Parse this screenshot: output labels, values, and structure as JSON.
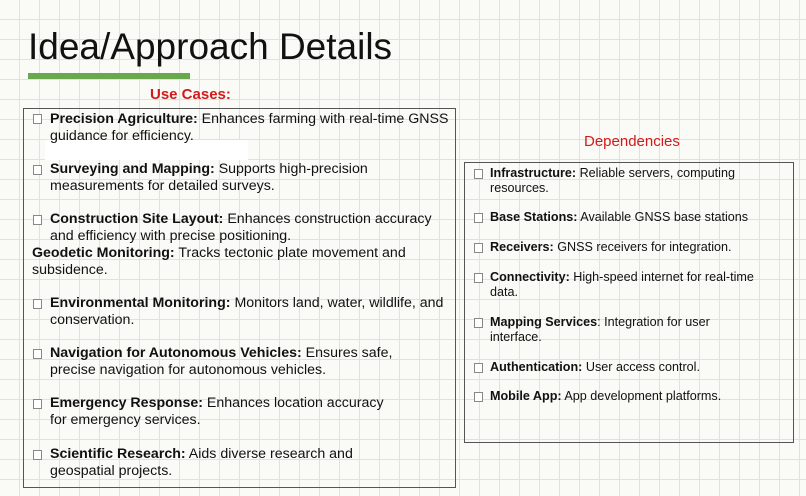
{
  "slide": {
    "title": "Idea/Approach Details",
    "accent_color": "#6aa84f",
    "heading_color": "#d01c1c"
  },
  "use_cases": {
    "heading": "Use Cases:",
    "items": [
      {
        "term": "Precision Agriculture:",
        "desc": " Enhances farming with real-time GNSS guidance for efficiency.",
        "bullet": true
      },
      {
        "term": "Surveying and Mapping:",
        "desc": " Supports high-precision measurements for detailed surveys.",
        "bullet": true
      },
      {
        "term": "Construction Site Layout:",
        "desc": " Enhances construction accuracy and efficiency with precise positioning.",
        "bullet": true
      },
      {
        "term": "Geodetic Monitoring:",
        "desc": " Tracks tectonic plate movement and subsidence.",
        "bullet": false
      },
      {
        "term": "Environmental Monitoring:",
        "desc": " Monitors land, water, wildlife, and conservation.",
        "bullet": true
      },
      {
        "term": "Navigation for Autonomous Vehicles:",
        "desc": " Ensures safe, precise navigation for autonomous vehicles.",
        "bullet": true
      },
      {
        "term": "Emergency Response:",
        "desc": " Enhances location accuracy for emergency services.",
        "bullet": true
      },
      {
        "term": "Scientific Research:",
        "desc": " Aids diverse research and geospatial projects.",
        "bullet": true
      }
    ]
  },
  "dependencies": {
    "heading": "Dependencies",
    "items": [
      {
        "term": "Infrastructure:",
        "desc": " Reliable servers, computing resources."
      },
      {
        "term": "Base Stations:",
        "desc": " Available GNSS base stations"
      },
      {
        "term": "Receivers:",
        "desc": " GNSS receivers for integration."
      },
      {
        "term": "Connectivity:",
        "desc": " High-speed internet for real-time data."
      },
      {
        "term": "Mapping Services",
        "desc": ": Integration for user interface."
      },
      {
        "term": "Authentication:",
        "desc": " User access control."
      },
      {
        "term": "Mobile App:",
        "desc": " App development platforms."
      }
    ]
  }
}
